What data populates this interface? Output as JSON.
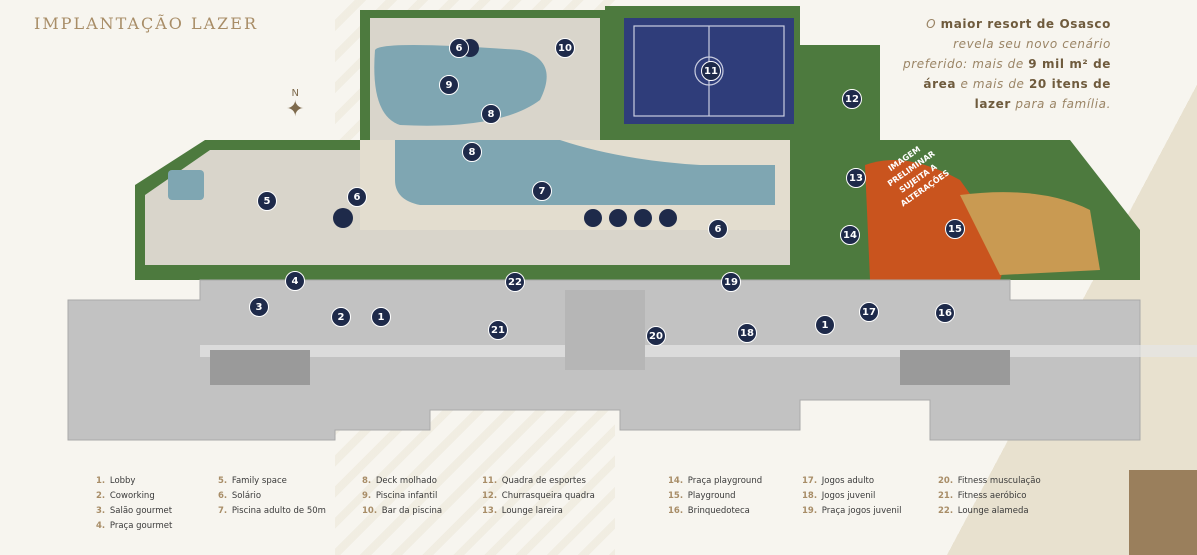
{
  "title": "IMPLANTAÇÃO LAZER",
  "tagline": {
    "p1": "O ",
    "b1": "maior resort de Osasco",
    "p2": " revela seu novo cenário preferido: mais de ",
    "b2": "9 mil m² de área",
    "p3": " e mais de ",
    "b3": "20 itens de lazer",
    "p4": " para a família."
  },
  "compass": "N",
  "stamp": {
    "line1": "IMAGEM PRELIMINAR",
    "line2": "SUJEITA A ALTERAÇÕES"
  },
  "colors": {
    "accent": "#a88d67",
    "badge": "#1e2a4a",
    "pool": "#7fa6b2",
    "court": "#2f3d7a",
    "playground": "#c9541e",
    "sand": "#c99a52",
    "garden": "#3f6b34"
  },
  "badges": [
    {
      "label": "1"
    },
    {
      "label": "1"
    },
    {
      "label": "2"
    },
    {
      "label": "3"
    },
    {
      "label": "4"
    },
    {
      "label": "5"
    },
    {
      "label": "6"
    },
    {
      "label": "6"
    },
    {
      "label": "6"
    },
    {
      "label": "7"
    },
    {
      "label": "8"
    },
    {
      "label": "8"
    },
    {
      "label": "9"
    },
    {
      "label": "10"
    },
    {
      "label": "11"
    },
    {
      "label": "12"
    },
    {
      "label": "13"
    },
    {
      "label": "14"
    },
    {
      "label": "15"
    },
    {
      "label": "16"
    },
    {
      "label": "17"
    },
    {
      "label": "18"
    },
    {
      "label": "19"
    },
    {
      "label": "20"
    },
    {
      "label": "21"
    },
    {
      "label": "22"
    }
  ],
  "legend": [
    [
      {
        "n": "1.",
        "t": "Lobby"
      },
      {
        "n": "2.",
        "t": "Coworking"
      },
      {
        "n": "3.",
        "t": "Salão gourmet"
      },
      {
        "n": "4.",
        "t": "Praça gourmet"
      }
    ],
    [
      {
        "n": "5.",
        "t": "Family space"
      },
      {
        "n": "6.",
        "t": "Solário"
      },
      {
        "n": "7.",
        "t": "Piscina adulto de 50m"
      }
    ],
    [
      {
        "n": "8.",
        "t": "Deck molhado"
      },
      {
        "n": "9.",
        "t": "Piscina infantil"
      },
      {
        "n": "10.",
        "t": "Bar da piscina"
      }
    ],
    [
      {
        "n": "11.",
        "t": "Quadra de esportes"
      },
      {
        "n": "12.",
        "t": "Churrasqueira quadra"
      },
      {
        "n": "13.",
        "t": "Lounge lareira"
      }
    ],
    [
      {
        "n": "14.",
        "t": "Praça playground"
      },
      {
        "n": "15.",
        "t": "Playground"
      },
      {
        "n": "16.",
        "t": "Brinquedoteca"
      }
    ],
    [
      {
        "n": "17.",
        "t": "Jogos adulto"
      },
      {
        "n": "18.",
        "t": "Jogos juvenil"
      },
      {
        "n": "19.",
        "t": "Praça jogos juvenil"
      }
    ],
    [
      {
        "n": "20.",
        "t": "Fitness musculação"
      },
      {
        "n": "21.",
        "t": "Fitness aeróbico"
      },
      {
        "n": "22.",
        "t": "Lounge alameda"
      }
    ]
  ]
}
